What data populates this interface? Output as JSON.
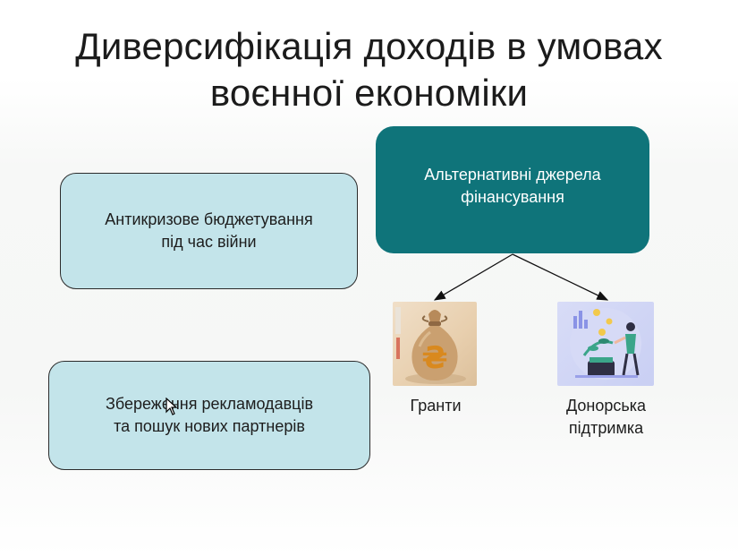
{
  "slide": {
    "title_line1": "Диверсифікація доходів в умовах",
    "title_line2": "воєнної економіки"
  },
  "boxes": {
    "antikryzove_line1": "Антикризове бюджетування",
    "antikryzove_line2": "під час війни",
    "zberezhennia_line1": "Збереження рекламодавців",
    "zberezhennia_line2": "та пошук нових партнерів",
    "alternatyvni_line1": "Альтернативні джерела",
    "alternatyvni_line2": "фінансування"
  },
  "branches": {
    "grants_label": "Гранти",
    "donor_label_line1": "Донорська",
    "donor_label_line2": "підтримка",
    "grants_icon": "money-bag-hryvnia-icon",
    "donor_icon": "donor-support-illustration-icon"
  },
  "colors": {
    "teal_box": "#0f747a",
    "light_box": "#c3e4ea",
    "bag": "#c79b6a",
    "hryvnia_sign": "#d9891e",
    "donor_bg": "#c9cff3"
  }
}
